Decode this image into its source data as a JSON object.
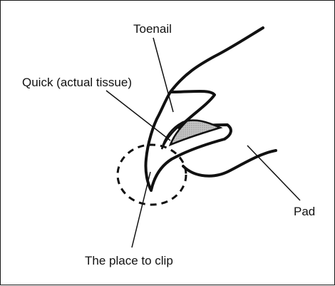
{
  "labels": {
    "toenail": "Toenail",
    "quick": "Quick (actual tissue)",
    "pad": "Pad",
    "clip_place": "The place to clip"
  },
  "colors": {
    "ink": "#111111",
    "quick_fill": "#b9b9b9",
    "background": "#ffffff"
  }
}
